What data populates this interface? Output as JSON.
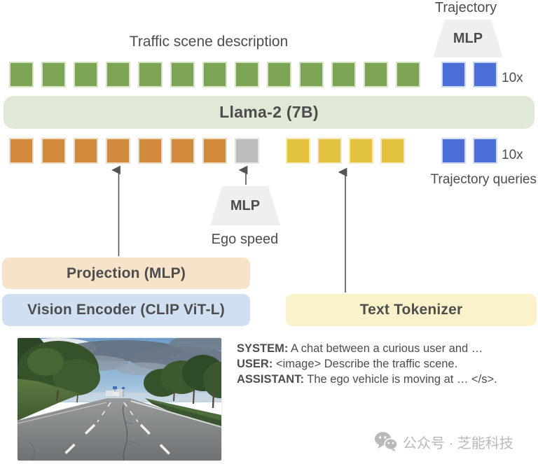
{
  "diagram": {
    "trajectory_label": "Trajectory",
    "mlp_top_label": "MLP",
    "traffic_scene_label": "Traffic scene description",
    "llm_label": "Llama-2 (7B)",
    "trajectory_queries_label": "Trajectory queries",
    "mlp_bottom_label": "MLP",
    "ego_speed_label": "Ego speed",
    "projection_label": "Projection (MLP)",
    "vision_encoder_label": "Vision Encoder (CLIP ViT-L)",
    "text_tokenizer_label": "Text Tokenizer"
  },
  "tokens": {
    "multiplier": "10x",
    "description_row": [
      {
        "color": "green",
        "count": 13
      }
    ],
    "trajectory_top_row": [
      {
        "color": "blue",
        "count": 2
      }
    ],
    "input_left_row": [
      {
        "color": "orange",
        "count": 7
      },
      {
        "color": "gray",
        "count": 1
      }
    ],
    "text_token_row": [
      {
        "color": "yellow",
        "count": 4
      }
    ],
    "trajectory_bottom_row": [
      {
        "color": "blue",
        "count": 2
      }
    ]
  },
  "prompt": {
    "lines": [
      {
        "role": "SYSTEM:",
        "text": "A chat between a curious user and …"
      },
      {
        "role": "USER:",
        "text": "<image> Describe the traffic scene."
      },
      {
        "role": "ASSISTANT:",
        "text": "The ego vehicle is moving at … </s>."
      }
    ]
  },
  "watermark": {
    "text": "公众号 · 芝能科技"
  },
  "colors": {
    "text": "#4d4d4d",
    "green": "#7ba455",
    "green_border": "#d6e3c5",
    "orange": "#d18a3c",
    "orange_border": "#eed9bd",
    "gray": "#bcbcbc",
    "gray_border": "#e4e4e4",
    "yellow": "#e2c23f",
    "yellow_border": "#f4e8ba",
    "blue": "#4a6fd6",
    "blue_border": "#cdd8f3",
    "llm_bar": "#dfe9d5",
    "projection_box": "#f6e3c9",
    "vision_box": "#d0dff2",
    "tokenizer_box": "#fbf1ca",
    "trapezoid": "#efefef",
    "arrow": "#555555",
    "watermark": "#b9b9b9"
  }
}
